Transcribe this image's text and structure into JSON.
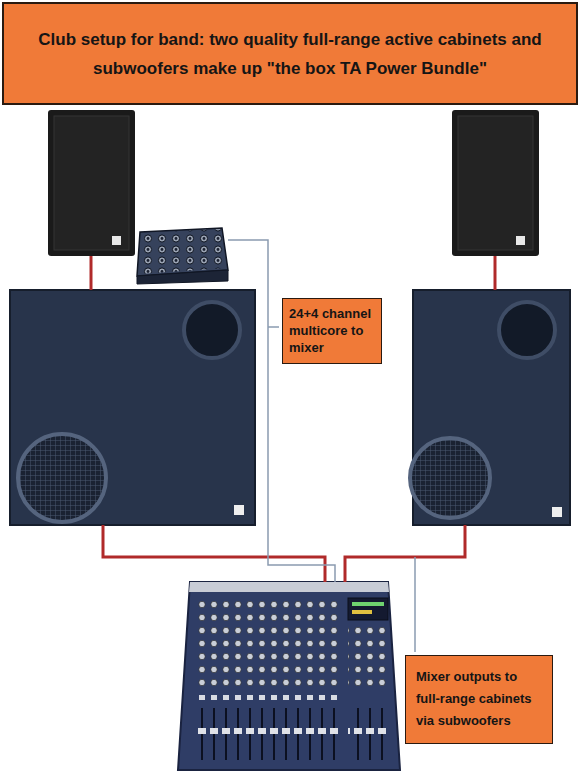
{
  "diagram": {
    "title": "Club setup for band: two quality full-range active cabinets and subwoofers make up \"the box TA Power Bundle\"",
    "nodes": [
      {
        "text": [
          "24+4 channel multicore to mixer"
        ]
      },
      {
        "text": [
          "Mixer outputs to full-range cabinets via subwoofers"
        ]
      }
    ]
  }
}
